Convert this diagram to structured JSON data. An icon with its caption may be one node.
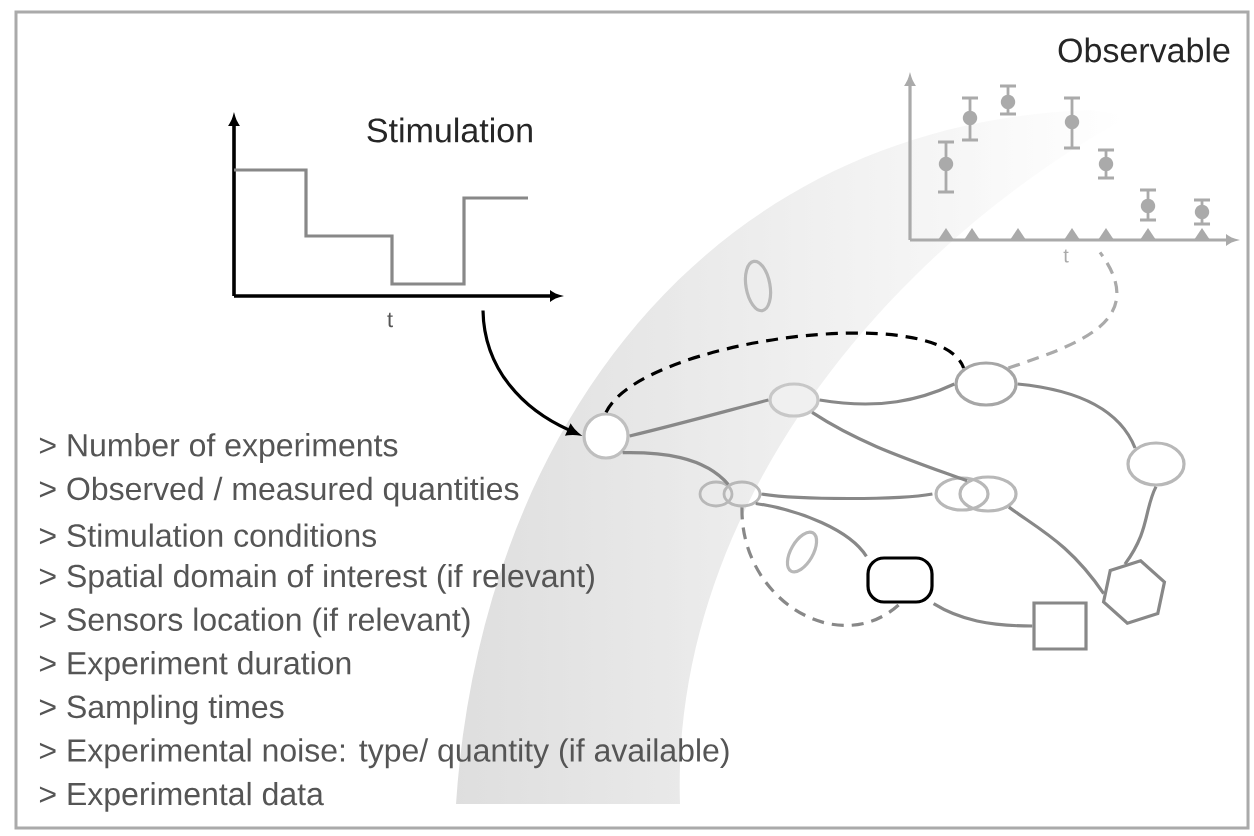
{
  "diagram": {
    "nodes": [
      {
        "text": [
          "Stimulation"
        ],
        "beside": [
          "t"
        ]
      },
      {
        "text": [
          "Observable"
        ],
        "beside": [
          "t"
        ]
      },
      {
        "text": [],
        "shape": "circle"
      },
      {
        "text": [],
        "shape": "ellipse"
      },
      {
        "text": [],
        "shape": "ellipse"
      },
      {
        "text": [],
        "shape": "ellipse"
      },
      {
        "text": [],
        "shape": "ellipse"
      },
      {
        "text": [],
        "shape": "ellipse"
      },
      {
        "text": [],
        "shape": "ellipse"
      },
      {
        "text": [],
        "shape": "ellipse"
      },
      {
        "text": [],
        "shape": "box"
      },
      {
        "text": [],
        "shape": "box"
      },
      {
        "text": [],
        "shape": "hexagon"
      }
    ],
    "edges": [
      {
        "from": 0,
        "to": 2,
        "arrow": "to",
        "color": "#000000"
      },
      {
        "from": 2,
        "to": 4,
        "arrow": "none",
        "style": "dashed",
        "color": "#000000"
      },
      {
        "from": 4,
        "to": 1,
        "arrow": "none",
        "style": "dashed",
        "color": "#aaaaaa"
      },
      {
        "from": 2,
        "to": 3,
        "arrow": "none"
      },
      {
        "from": 3,
        "to": 4,
        "arrow": "none"
      },
      {
        "from": 4,
        "to": 5,
        "arrow": "none"
      },
      {
        "from": 2,
        "to": 6,
        "arrow": "none"
      },
      {
        "from": 3,
        "to": 7,
        "arrow": "none"
      },
      {
        "from": 6,
        "to": 7,
        "arrow": "none"
      },
      {
        "from": 6,
        "to": 10,
        "arrow": "none"
      },
      {
        "from": 7,
        "to": 12,
        "arrow": "none"
      },
      {
        "from": 5,
        "to": 12,
        "arrow": "none"
      },
      {
        "from": 10,
        "to": 11,
        "arrow": "none"
      },
      {
        "from": 6,
        "to": 10,
        "arrow": "none",
        "style": "dashed"
      }
    ],
    "labels": [
      "> Number of experiments",
      "> Observed / measured quantities",
      "> Stimulation conditions",
      "> Spatial domain of interest (if relevant)",
      "> Sensors location (if relevant)",
      "> Experiment duration",
      "> Sampling times",
      "> Experimental noise: type/ quantity (if available)",
      "> Experimental data"
    ]
  }
}
